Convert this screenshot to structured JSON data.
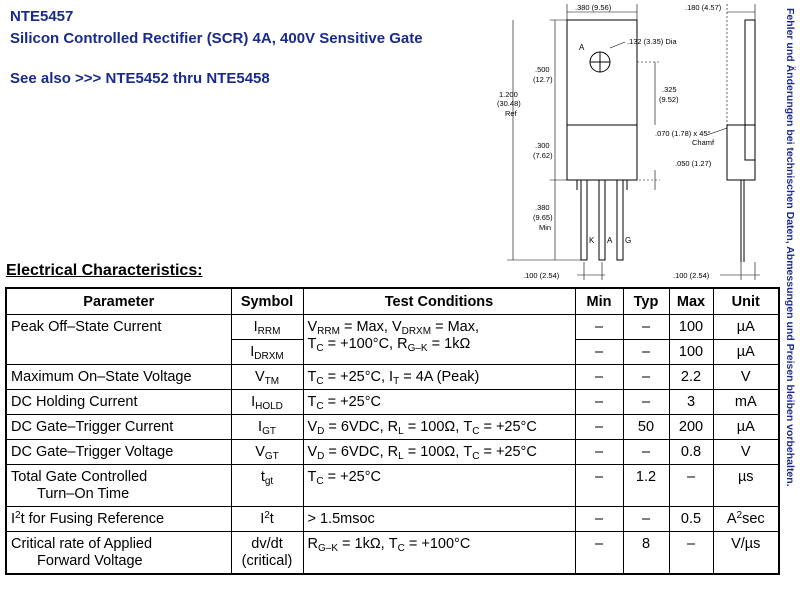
{
  "header": {
    "part_number": "NTE5457",
    "description": "Silicon Controlled Rectifier (SCR) 4A, 400V Sensitive Gate",
    "see_also": "See also >>> NTE5452 thru NTE5458"
  },
  "drawing": {
    "dims": {
      "width": ".380 (9.56)",
      "thickness": ".180 (4.57)",
      "hole": ".132 (3.35) Dia",
      "tab_top_a": ".500",
      "tab_top_b": "(12.7)",
      "overall_a": "1.200",
      "overall_b": "(30.48)",
      "overall_c": "Ref",
      "hole_center_a": ".325",
      "hole_center_b": "(9.52)",
      "body_a": ".300",
      "body_b": "(7.62)",
      "chamf_a": ".070 (1.78) x 45°",
      "chamf_b": "Chamf",
      "lead_w": ".050 (1.27)",
      "lead_len_a": ".380",
      "lead_len_b": "(9.65)",
      "lead_len_c": "Min",
      "pitch": ".100 (2.54)",
      "pitch_side": ".100 (2.54)"
    },
    "pins": {
      "anode_tab": "A",
      "k": "K",
      "a": "A",
      "g": "G"
    }
  },
  "side_note": "Fehler und Änderungen bei technischen Daten, Abmessungen und Preisen bleiben vorbehalten.",
  "section_title": "Electrical Characteristics:",
  "table": {
    "headers": {
      "parameter": "Parameter",
      "symbol": "Symbol",
      "conditions": "Test Conditions",
      "min": "Min",
      "typ": "Typ",
      "max": "Max",
      "unit": "Unit"
    },
    "rows": {
      "r1": {
        "parameter": "Peak Off–State Current",
        "min": "–",
        "typ": "–",
        "max": "100",
        "unit": "µA"
      },
      "r1b": {
        "min": "–",
        "typ": "–",
        "max": "100",
        "unit": "µA"
      },
      "r2": {
        "parameter": "Maximum On–State Voltage",
        "min": "–",
        "typ": "–",
        "max": "2.2",
        "unit": "V"
      },
      "r3": {
        "parameter": "DC Holding Current",
        "min": "–",
        "typ": "–",
        "max": "3",
        "unit": "mA"
      },
      "r4": {
        "parameter": "DC Gate–Trigger Current",
        "min": "–",
        "typ": "50",
        "max": "200",
        "unit": "µA"
      },
      "r5": {
        "parameter": "DC Gate–Trigger Voltage",
        "min": "–",
        "typ": "–",
        "max": "0.8",
        "unit": "V"
      },
      "r6": {
        "parameter_a": "Total Gate Controlled",
        "parameter_b": "Turn–On Time",
        "min": "–",
        "typ": "1.2",
        "max": "–",
        "unit": "µs"
      },
      "r7": {
        "parameter_b": "t for Fusing Reference",
        "symbol_b": "t",
        "min": "–",
        "typ": "–",
        "max": "0.5",
        "unit_b": "sec"
      },
      "r8": {
        "parameter_a": "Critical rate of Applied",
        "parameter_b": "Forward Voltage",
        "symbol_a": "dv/dt",
        "symbol_b": "(critical)",
        "min": "–",
        "typ": "8",
        "max": "–",
        "unit": "V/µs"
      }
    },
    "text": {
      "I": "I",
      "V": "V",
      "T": "T",
      "R": "R",
      "t": "t",
      "A": "A",
      "sub_rrm": "RRM",
      "sub_drxm": "DRXM",
      "sub_tm": "TM",
      "sub_hold": "HOLD",
      "sub_gt": "GT",
      "sub_gt_time": "gt",
      "sub_c": "C",
      "sub_gk": "G–K",
      "sub_d": "D",
      "sub_l": "L",
      "sub_t": "T",
      "sup_2": "2",
      "c1a": " = Max, ",
      "c1b": " = Max,",
      "c1c": " = +100°C, ",
      "c1d": " = 1kΩ",
      "c2a": " = +25°C, ",
      "c2b": " = 4A (Peak)",
      "c25": " = +25°C",
      "c4a": " = 6VDC, ",
      "c4b": " = 100Ω, ",
      "c7": "> 1.5msoc",
      "c8a": " = 1kΩ, ",
      "c8b": " = +100°C"
    }
  }
}
